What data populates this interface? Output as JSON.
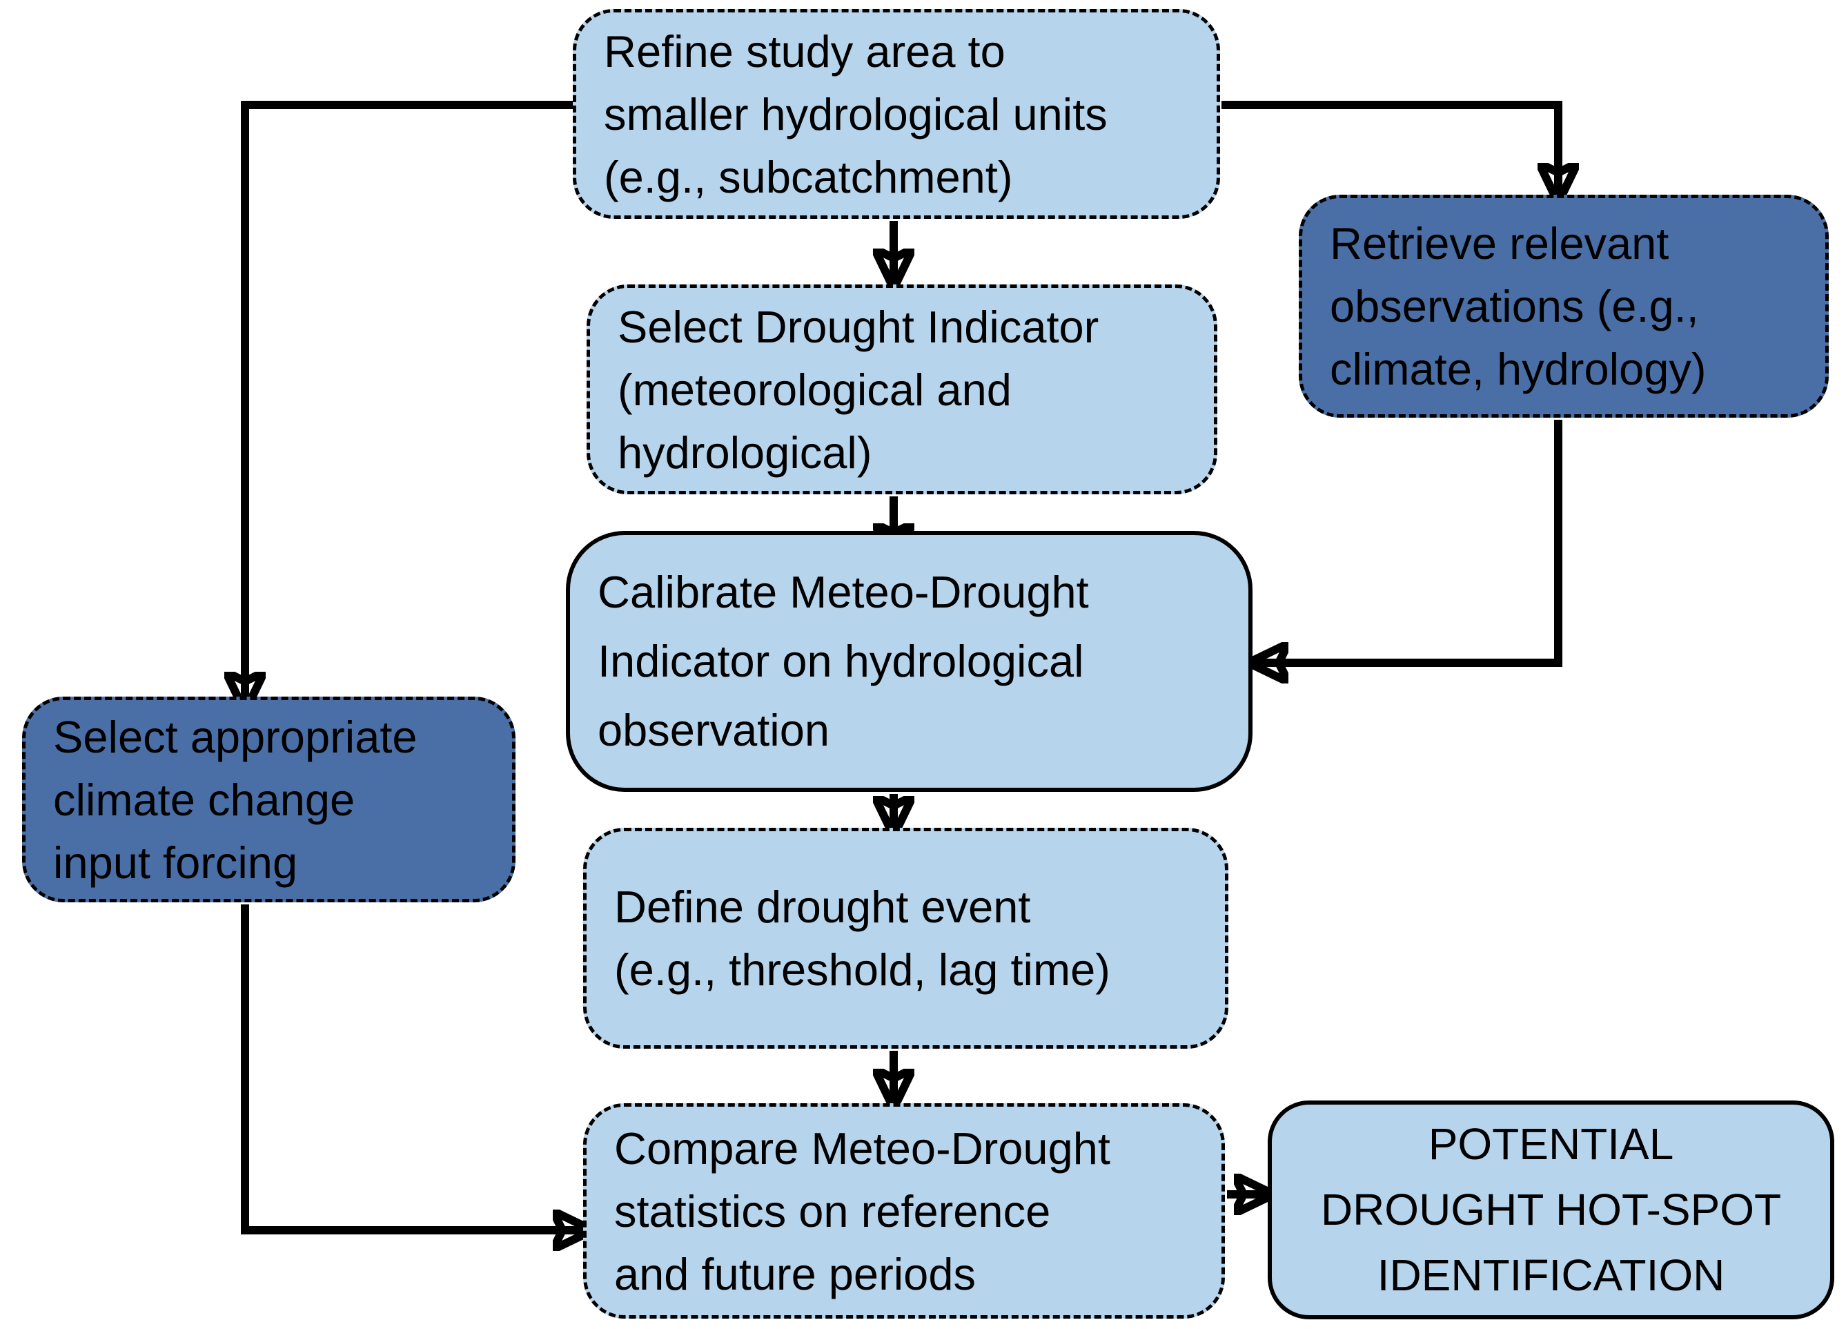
{
  "colors": {
    "light_blue": "#B6D5EC",
    "dark_blue": "#4A6FA6",
    "line": "#000000",
    "page_bg": "#FFFFFF"
  },
  "boxes": {
    "refine": {
      "text": "Refine study area to\nsmaller hydrological units\n(e.g., subcatchment)"
    },
    "retrieve": {
      "text": "Retrieve relevant\nobservations (e.g.,\nclimate, hydrology)"
    },
    "indicator": {
      "text": "Select Drought Indicator\n(meteorological and\nhydrological)"
    },
    "calibrate": {
      "text": "Calibrate Meteo-Drought\nIndicator on hydrological\nobservation"
    },
    "forcing": {
      "text": "Select appropriate\nclimate change\ninput forcing"
    },
    "define": {
      "text": "Define drought event\n(e.g., threshold, lag time)"
    },
    "compare": {
      "text": "Compare Meteo-Drought\nstatistics on reference\nand future periods"
    },
    "potential": {
      "text": "POTENTIAL\nDROUGHT HOT-SPOT\nIDENTIFICATION"
    }
  }
}
